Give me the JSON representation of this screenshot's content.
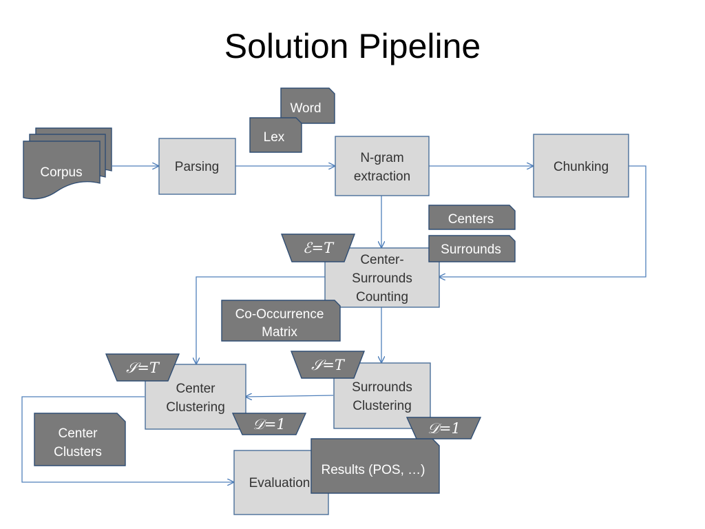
{
  "slide": {
    "title": "Solution Pipeline"
  },
  "nodes": {
    "corpus": "Corpus",
    "parsing": "Parsing",
    "ngram": [
      "N-gram",
      "extraction"
    ],
    "chunking": "Chunking",
    "center_surrounds": [
      "Center-",
      "Surrounds",
      "Counting"
    ],
    "center_clustering": [
      "Center",
      "Clustering"
    ],
    "surrounds_clustering": [
      "Surrounds",
      "Clustering"
    ],
    "evaluation": "Evaluation"
  },
  "documents": {
    "word": "Word",
    "lex": "Lex",
    "centers": "Centers",
    "surrounds": "Surrounds",
    "cooccurrence": [
      "Co-Occurrence",
      "Matrix"
    ],
    "center_clusters": [
      "Center",
      "Clusters"
    ],
    "results": "Results (POS, …)"
  },
  "params": {
    "e_t": "ℰ=T",
    "s_t_left": "𝒮=T",
    "s_t_right": "𝒮=T",
    "d_1_left": "𝒟=1",
    "d_1_right": "𝒟=1"
  },
  "colors": {
    "process_fill": "#d9d9d9",
    "process_stroke": "#4a6f99",
    "data_fill": "#7a7a7a",
    "connector": "#4f7fba"
  }
}
